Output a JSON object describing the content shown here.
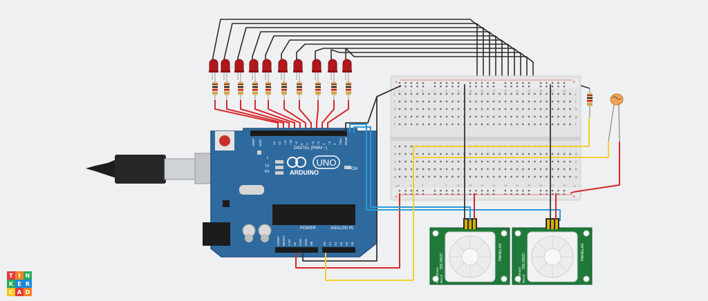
{
  "app": {
    "brand_letters": [
      "T",
      "I",
      "N",
      "K",
      "E",
      "R",
      "C",
      "A",
      "D"
    ]
  },
  "colors": {
    "background": "#eef0f2",
    "arduino_board": "#2f6a9f",
    "wire_black": "#333333",
    "wire_red": "#d7262a",
    "wire_blue": "#2a9bd8",
    "wire_yellow": "#f2cf2d",
    "led": "#b3161b",
    "pir_board": "#1f7a3a",
    "brand_tiles": [
      "#e03a3e",
      "#f58220",
      "#2aaa5b",
      "#2aaa5b",
      "#1a8ad6",
      "#1a8ad6",
      "#f5c518",
      "#e03a3e",
      "#f58220"
    ]
  },
  "arduino": {
    "brand": "ARDUINO",
    "model": "UNO",
    "digital_label": "DIGITAL (PWM ~)",
    "power_label": "POWER",
    "analog_label": "ANALOG IN",
    "aref": "AREF",
    "gnd": "GND",
    "on_label": "ON",
    "l_label": "L",
    "tx_label": "TX",
    "rx_label": "RX",
    "digital_pins": [
      "13",
      "12",
      "~11",
      "~10",
      "~9",
      "8",
      "7",
      "~6",
      "~5",
      "4",
      "~3",
      "2",
      "TX▸1",
      "RX◂0"
    ],
    "power_pins": [
      "IOREF",
      "RESET",
      "3.3V",
      "5V",
      "GND",
      "GND",
      "Vin"
    ],
    "analog_pins": [
      "A0",
      "A1",
      "A2",
      "A3",
      "A4",
      "A5"
    ]
  },
  "breadboard": {
    "row_letters_top": [
      "j",
      "i",
      "h",
      "g",
      "f"
    ],
    "row_letters_bottom": [
      "e",
      "d",
      "c",
      "b",
      "a"
    ],
    "column_numbers": [
      "1",
      "3",
      "5",
      "7",
      "9",
      "11",
      "13",
      "15",
      "17",
      "19",
      "21",
      "23",
      "25",
      "27",
      "29"
    ],
    "rail_plus": "+",
    "rail_minus": "−"
  },
  "pir": [
    {
      "model": "555-28027",
      "brand": "PARALLAX",
      "label": "PIR Sensor",
      "rev": "Rev B"
    },
    {
      "model": "555-28027",
      "brand": "PARALLAX",
      "label": "PIR Sensor",
      "rev": "Rev B"
    }
  ]
}
